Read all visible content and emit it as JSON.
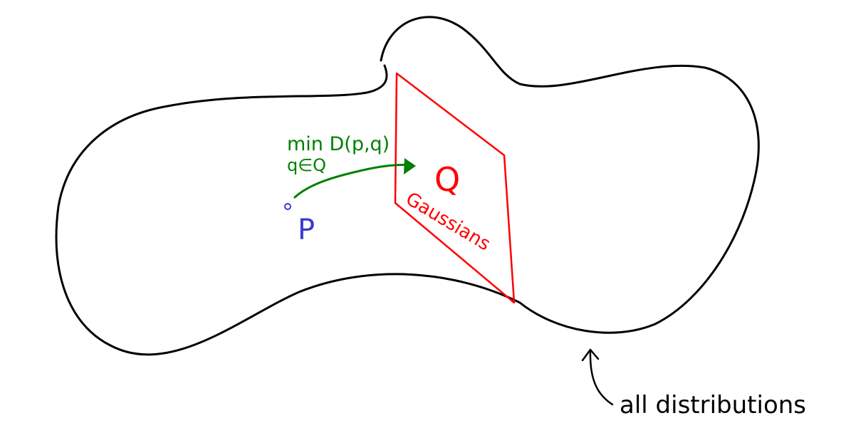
{
  "labels": {
    "objective_line1": "min D(p,q)",
    "objective_line2": "q∈Q",
    "set_name": "Q",
    "set_description": "Gaussians",
    "point_name": "P",
    "outer_set_description": "all distributions"
  },
  "colors": {
    "outline": "#000000",
    "subset": "#ff0000",
    "arrow": "#008000",
    "point": "#3a3ad0",
    "background": "#ffffff"
  }
}
